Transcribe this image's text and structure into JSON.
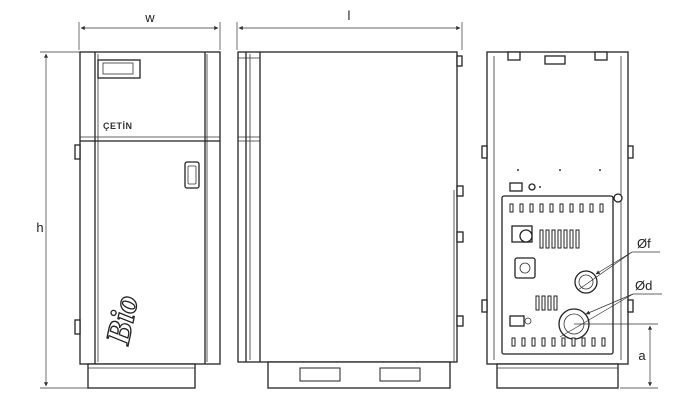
{
  "dimensions": {
    "width_label": "w",
    "length_label": "l",
    "height_label": "h",
    "flue_diameter_label": "Ød",
    "flange_diameter_label": "Øf",
    "offset_label": "a"
  },
  "front_view": {
    "brand_text": "ÇETİN",
    "logo_text": "Bio"
  }
}
